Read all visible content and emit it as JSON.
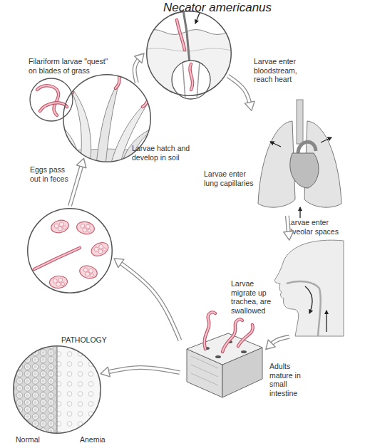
{
  "diagram": {
    "title": "Necator americanus",
    "nodes": [
      {
        "text": [
          "Filariform larvae \"quest\" on blades of grass",
          "Larvae hatch and develop in soil"
        ]
      },
      {
        "text": [
          "Larvae enter bloodstream, reach heart"
        ]
      },
      {
        "text": [
          "Larvae enter lung capillaries",
          "Larvae enter alveolar spaces"
        ]
      },
      {
        "text": [
          "Larvae migrate up trachea, are swallowed"
        ]
      },
      {
        "text": [
          "Adults mature in small intestine"
        ]
      },
      {
        "text": [
          "Eggs pass out in feces"
        ]
      },
      {
        "text": [
          "PATHOLOGY",
          "Normal",
          "Anemia"
        ]
      }
    ],
    "edges": [
      {
        "from": 0,
        "to": 1,
        "arrow": "to"
      },
      {
        "from": 1,
        "to": 2,
        "arrow": "to"
      },
      {
        "from": 2,
        "to": 3,
        "arrow": "to"
      },
      {
        "from": 3,
        "to": 4,
        "arrow": "to"
      },
      {
        "from": 4,
        "to": 5,
        "arrow": "to"
      },
      {
        "from": 5,
        "to": 0,
        "arrow": "to"
      },
      {
        "from": 4,
        "to": 6,
        "arrow": "to"
      }
    ]
  }
}
